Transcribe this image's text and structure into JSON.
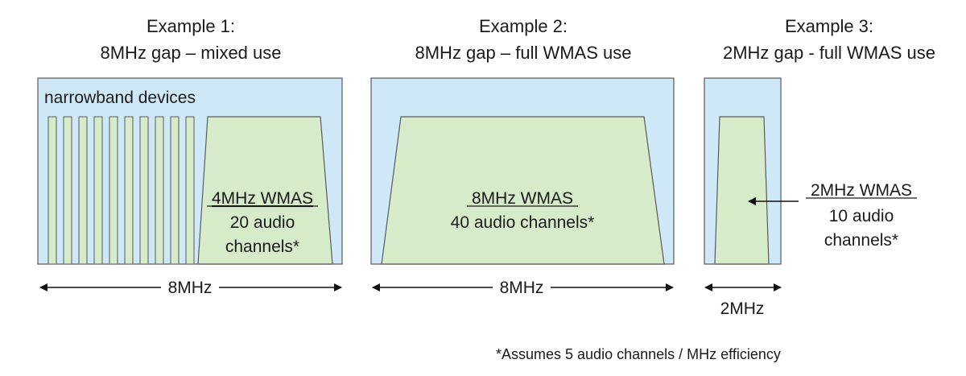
{
  "panels": [
    {
      "title_line1": "Example 1:",
      "title_line2": "8MHz gap – mixed use",
      "region_label": "narrowband devices",
      "wmas_label": "4MHz WMAS",
      "channels_line1": "20 audio",
      "channels_line2": "channels*",
      "width_label": "8MHz"
    },
    {
      "title_line1": "Example 2:",
      "title_line2": "8MHz gap – full WMAS use",
      "wmas_label": "8MHz WMAS",
      "channels_line1": "40 audio channels*",
      "width_label": "8MHz"
    },
    {
      "title_line1": "Example 3:",
      "title_line2": "2MHz gap - full WMAS use",
      "wmas_label": "2MHz WMAS",
      "channels_line1": "10 audio",
      "channels_line2": "channels*",
      "width_label": "2MHz"
    }
  ],
  "footnote": "*Assumes 5 audio channels / MHz efficiency",
  "colors": {
    "gap_fill": "#cfe8f7",
    "wmas_fill": "#d5ebc9",
    "stroke": "#5a5a5a"
  }
}
